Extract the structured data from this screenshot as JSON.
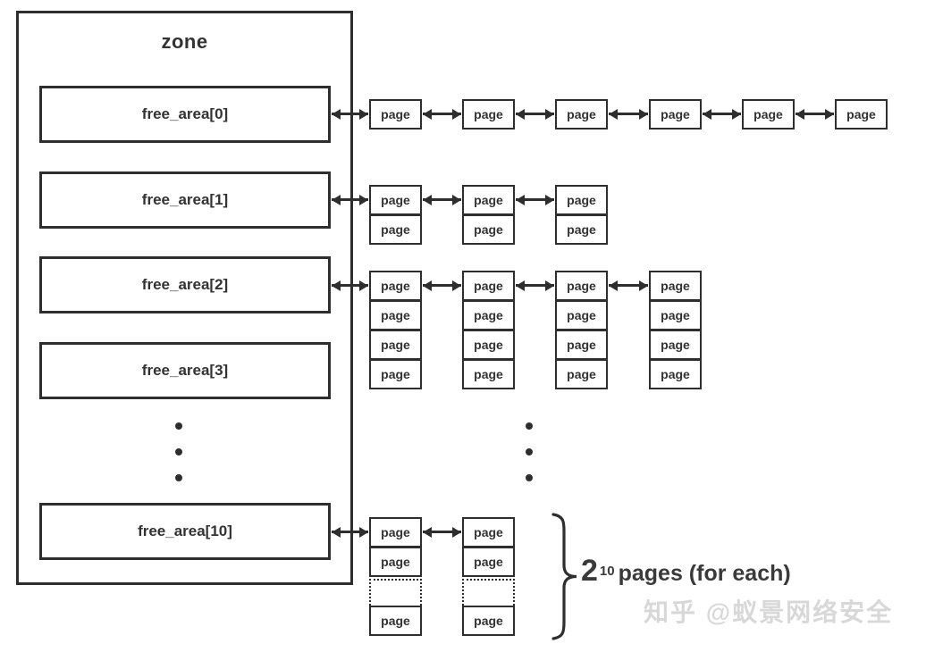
{
  "zone": {
    "title": "zone"
  },
  "free_areas": [
    {
      "label": "free_area[0]"
    },
    {
      "label": "free_area[1]"
    },
    {
      "label": "free_area[2]"
    },
    {
      "label": "free_area[3]"
    },
    {
      "label": "free_area[10]"
    }
  ],
  "labels": {
    "page": "page"
  },
  "structure": {
    "rows_shown": [
      {
        "area": "free_area[0]",
        "pages_per_block": 1,
        "blocks_shown": 6
      },
      {
        "area": "free_area[1]",
        "pages_per_block": 2,
        "blocks_shown": 3
      },
      {
        "area": "free_area[2]",
        "pages_per_block": 4,
        "blocks_shown": 4
      },
      {
        "area": "free_area[10]",
        "pages_per_block": "2^10",
        "blocks_shown": 2
      }
    ],
    "ellipsis_between": [
      "free_area[3]",
      "free_area[10]"
    ]
  },
  "annotation": {
    "base": "2",
    "exponent": "10",
    "text": "pages (for each)"
  },
  "watermark": "知乎 @蚁景网络安全",
  "colors": {
    "line": "#2e2e2e",
    "text": "#333333",
    "watermark": "#d8d8d8",
    "background": "#ffffff"
  }
}
